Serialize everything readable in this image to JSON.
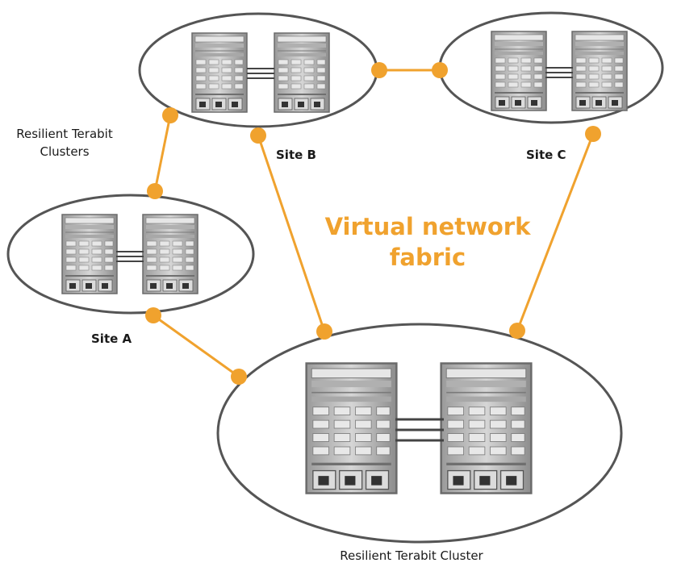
{
  "diagram": {
    "headline_line1": "Virtual network",
    "headline_line2": "fabric",
    "clusters_note_line1": "Resilient Terabit",
    "clusters_note_line2": "Clusters",
    "main_cluster_label": "Resilient Terabit Cluster",
    "sites": [
      {
        "id": "A",
        "label": "Site A"
      },
      {
        "id": "B",
        "label": "Site B"
      },
      {
        "id": "C",
        "label": "Site C"
      }
    ]
  },
  "colors": {
    "accent": "#f0a22e",
    "outline": "#555555",
    "chassis": "#c9c9c9",
    "text": "#1a1a1a"
  }
}
